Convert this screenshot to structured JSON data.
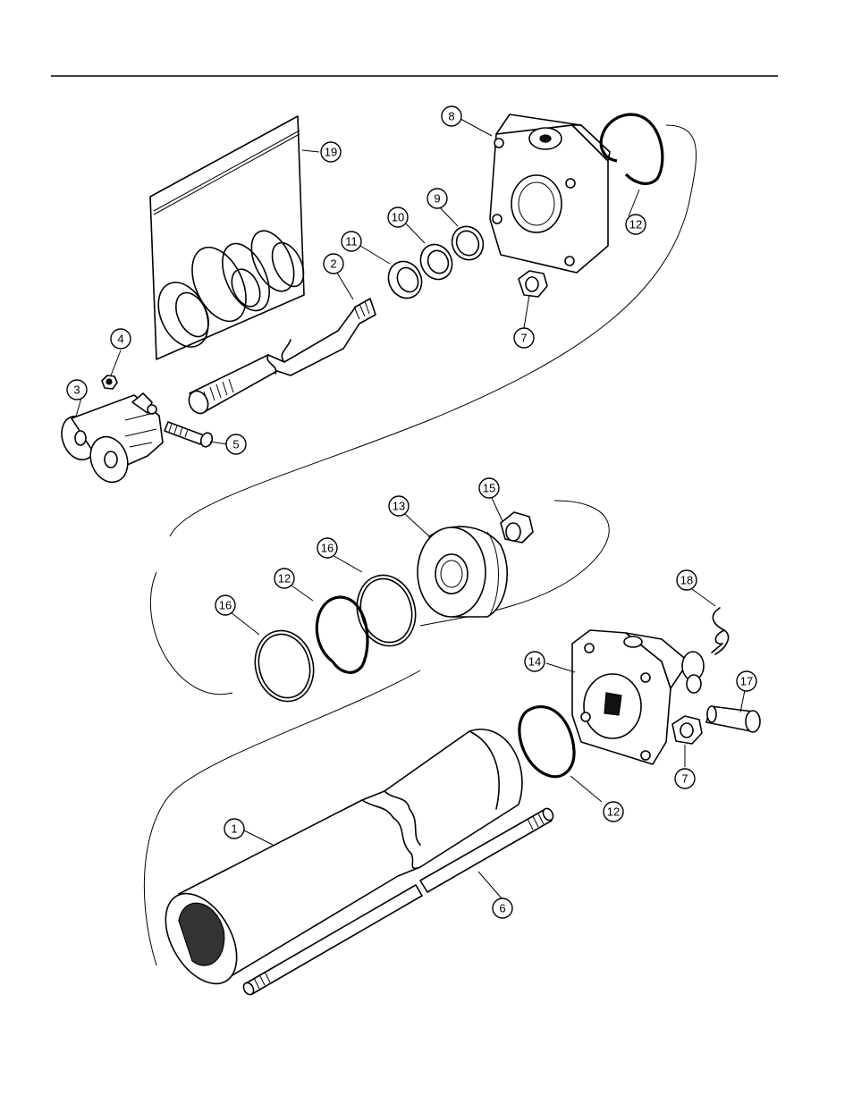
{
  "callouts": {
    "c1": "1",
    "c2": "2",
    "c3": "3",
    "c4": "4",
    "c5": "5",
    "c6": "6",
    "c7a": "7",
    "c7b": "7",
    "c8": "8",
    "c9": "9",
    "c10": "10",
    "c11": "11",
    "c12a": "12",
    "c12b": "12",
    "c12c": "12",
    "c13": "13",
    "c14": "14",
    "c15": "15",
    "c16a": "16",
    "c16b": "16",
    "c17": "17",
    "c18": "18",
    "c19": "19"
  }
}
